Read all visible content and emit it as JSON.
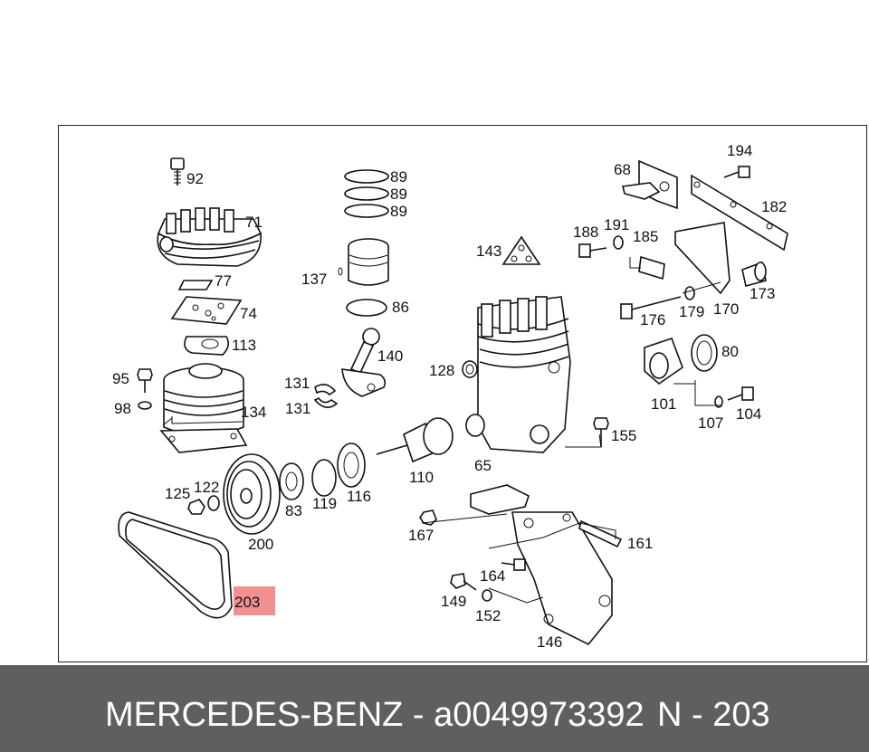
{
  "diagram": {
    "part_numbers": [
      {
        "id": "p92",
        "text": "92"
      },
      {
        "id": "p71",
        "text": "71"
      },
      {
        "id": "p77",
        "text": "77"
      },
      {
        "id": "p74",
        "text": "74"
      },
      {
        "id": "p113",
        "text": "113"
      },
      {
        "id": "p95",
        "text": "95"
      },
      {
        "id": "p98",
        "text": "98"
      },
      {
        "id": "p134",
        "text": "134"
      },
      {
        "id": "p89a",
        "text": "89"
      },
      {
        "id": "p89b",
        "text": "89"
      },
      {
        "id": "p89c",
        "text": "89"
      },
      {
        "id": "p137",
        "text": "137"
      },
      {
        "id": "p86",
        "text": "86"
      },
      {
        "id": "p140",
        "text": "140"
      },
      {
        "id": "p131a",
        "text": "131"
      },
      {
        "id": "p131b",
        "text": "131"
      },
      {
        "id": "p143",
        "text": "143"
      },
      {
        "id": "p128",
        "text": "128"
      },
      {
        "id": "p68",
        "text": "68"
      },
      {
        "id": "p194",
        "text": "194"
      },
      {
        "id": "p182",
        "text": "182"
      },
      {
        "id": "p188",
        "text": "188"
      },
      {
        "id": "p191",
        "text": "191"
      },
      {
        "id": "p185",
        "text": "185"
      },
      {
        "id": "p173",
        "text": "173"
      },
      {
        "id": "p176",
        "text": "176"
      },
      {
        "id": "p179",
        "text": "179"
      },
      {
        "id": "p170",
        "text": "170"
      },
      {
        "id": "p80",
        "text": "80"
      },
      {
        "id": "p101",
        "text": "101"
      },
      {
        "id": "p107",
        "text": "107"
      },
      {
        "id": "p104",
        "text": "104"
      },
      {
        "id": "p155",
        "text": "155"
      },
      {
        "id": "p65",
        "text": "65"
      },
      {
        "id": "p110",
        "text": "110"
      },
      {
        "id": "p116",
        "text": "116"
      },
      {
        "id": "p119",
        "text": "119"
      },
      {
        "id": "p83",
        "text": "83"
      },
      {
        "id": "p125",
        "text": "125"
      },
      {
        "id": "p122",
        "text": "122"
      },
      {
        "id": "p200",
        "text": "200"
      },
      {
        "id": "p167",
        "text": "167"
      },
      {
        "id": "p161",
        "text": "161"
      },
      {
        "id": "p164",
        "text": "164"
      },
      {
        "id": "p149",
        "text": "149"
      },
      {
        "id": "p152",
        "text": "152"
      },
      {
        "id": "p146",
        "text": "146"
      },
      {
        "id": "p203",
        "text": "203"
      }
    ],
    "highlighted_part": "203",
    "highlight_color": "#f07b7b"
  },
  "footer": {
    "brand_and_part": "MERCEDES-BENZ - a0049973392",
    "diagram_ref": "N - 203",
    "background_color": "#5f5f5f"
  }
}
